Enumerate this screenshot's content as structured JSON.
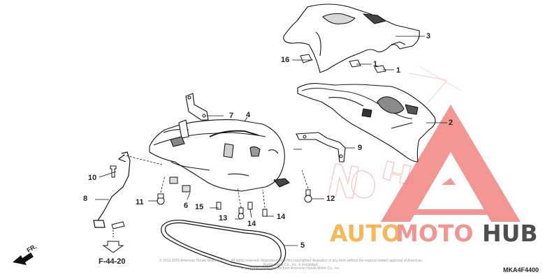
{
  "callouts": {
    "p1": "1",
    "p2": "2",
    "p3": "3",
    "p4": "4",
    "p5": "5",
    "p6": "6",
    "p7": "7",
    "p8": "8",
    "p9": "9",
    "p10": "10",
    "p11": "11",
    "p12": "12",
    "p13": "13",
    "p14": "14",
    "p15": "15",
    "p16": "16"
  },
  "front_marker": "FR.",
  "reference": "F-44-20",
  "diagram_code": "MKA4F4400",
  "copyright_lines": [
    "© 2013-2015 American Honda Motor Co., Inc. All rights reserved. Reproduction of this copyrighted illustration in any form without the express written approval of American Honda Motor Co., Inc. is prohibited.",
    "Reproduced under license from American Honda Motor Co., Inc."
  ],
  "watermark": {
    "part1": "AUTO",
    "part2": "MOTO",
    "part3": "HUB",
    "color_orange": "#f5b04a",
    "color_red": "#ef8a87",
    "color_dark": "#3b3b3b"
  }
}
